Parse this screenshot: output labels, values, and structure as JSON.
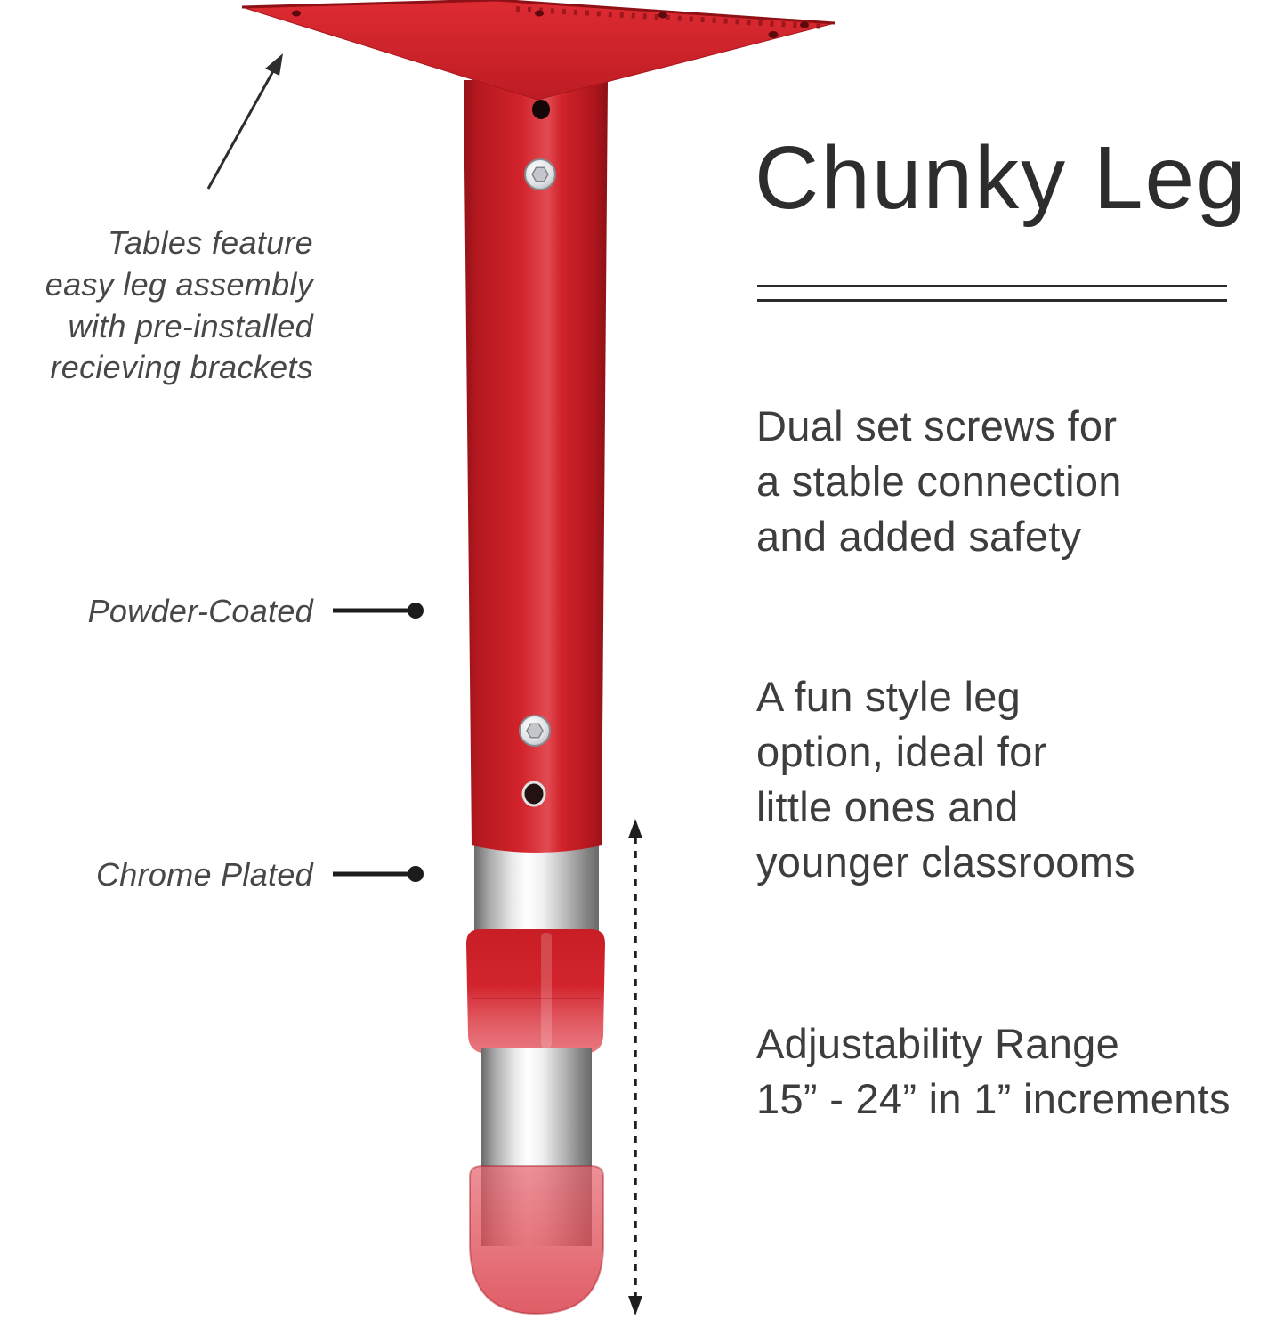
{
  "title": "Chunky Leg",
  "annotations": {
    "assembly": "Tables feature\neasy leg assembly\nwith pre-installed\nrecieving brackets",
    "powder_coated": "Powder-Coated",
    "chrome_plated": "Chrome Plated"
  },
  "features": {
    "dual_screws": "Dual set screws for\na stable connection\nand added safety",
    "fun_style": "A fun style leg\noption, ideal for\nlittle ones and\nyounger classrooms",
    "adjustability": "Adjustability Range\n15” - 24” in 1” increments"
  },
  "colors": {
    "leg_red": "#d2232b",
    "plate_red": "#d6242c",
    "chrome_silver": "#d8d8d8",
    "translucent_cap_red": "#e05a64",
    "text_dark": "#3d3d3d"
  }
}
